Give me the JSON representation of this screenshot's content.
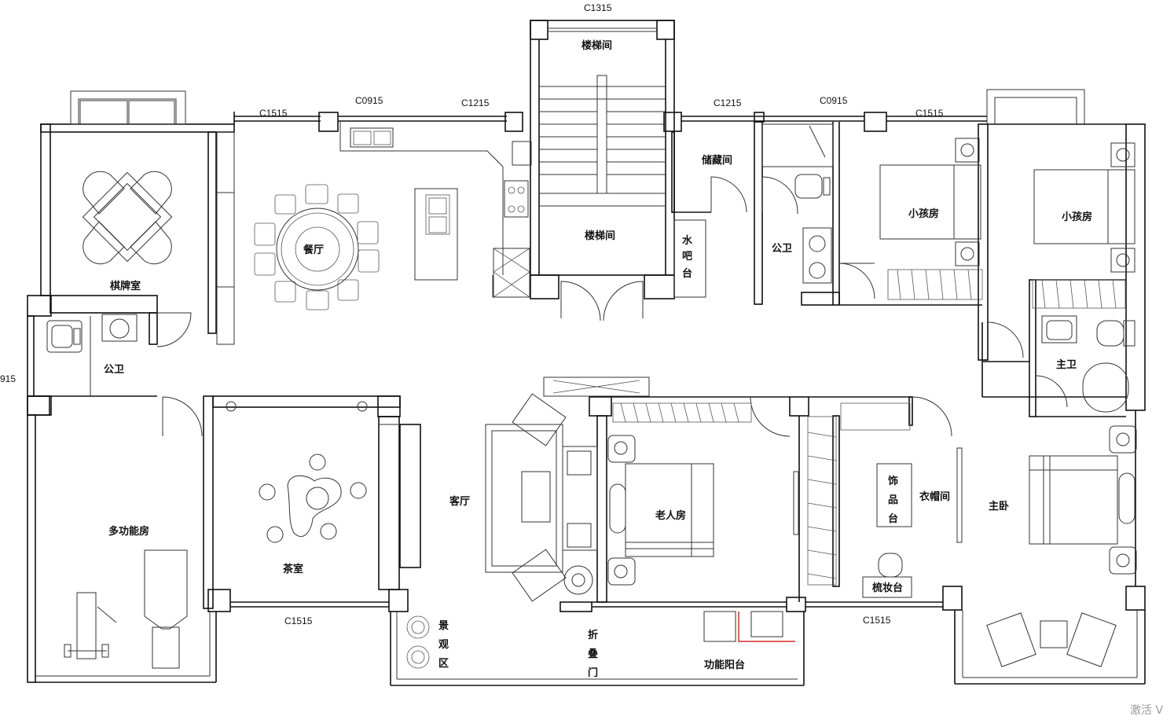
{
  "rooms": {
    "stairwell_top": "楼梯间",
    "stairwell_mid": "楼梯间",
    "storage": "储藏间",
    "water_bar": [
      "水",
      "吧",
      "台"
    ],
    "dining": "餐厅",
    "chess_room": "棋牌室",
    "public_wc_left": "公卫",
    "public_wc_right": "公卫",
    "kids_room_1": "小孩房",
    "kids_room_2": "小孩房",
    "master_bath": "主卫",
    "master_bedroom": "主卧",
    "cloakroom": "衣帽间",
    "ornament_stand": [
      "饰",
      "品",
      "台"
    ],
    "dresser": "梳妆台",
    "elder_room": "老人房",
    "living_room": "客厅",
    "tea_room": "茶室",
    "multi_room": "多功能房",
    "landscape": [
      "景",
      "观",
      "区"
    ],
    "folding_door": [
      "折",
      "叠",
      "门"
    ],
    "utility_balcony": "功能阳台"
  },
  "windows": {
    "top_center": "C1315",
    "top_left_1": "C1515",
    "top_left_2": "C0915",
    "top_left_3": "C1215",
    "top_right_1": "C1215",
    "top_right_2": "C0915",
    "top_right_3": "C1515",
    "bottom_left": "C1515",
    "bottom_right": "C1515",
    "left_edge": "915"
  },
  "watermark": "激活 V"
}
